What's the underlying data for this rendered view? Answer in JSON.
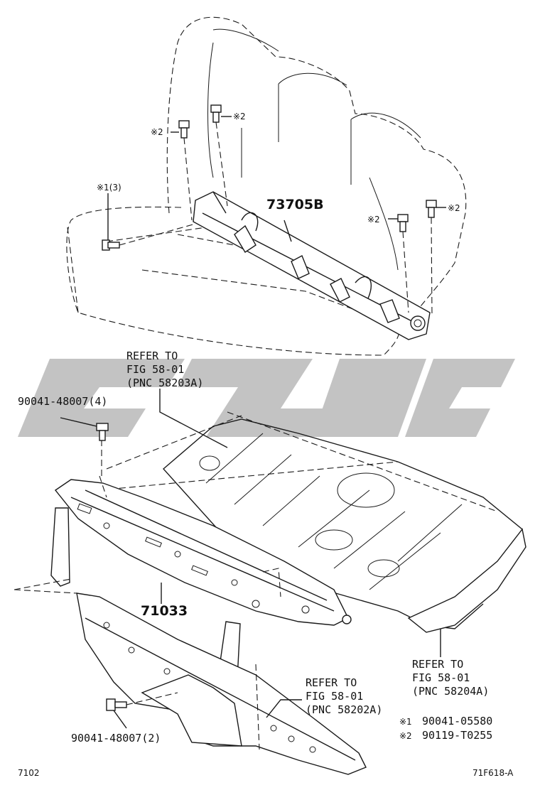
{
  "diagram": {
    "watermark": "",
    "labels": {
      "seat_frame": "73705B",
      "crossmember": "71033",
      "bolt_upper": "90041-48007(4)",
      "bolt_lower": "90041-48007(2)",
      "ref_a": [
        "REFER TO",
        "FIG 58-01",
        "(PNC 58203A)"
      ],
      "ref_b": [
        "REFER TO",
        "FIG 58-01",
        "(PNC 58204A)"
      ],
      "ref_c": [
        "REFER TO",
        "FIG 58-01",
        "(PNC 58202A)"
      ],
      "note_1_marker": "※1(3)",
      "note_2_marker": "※2",
      "legend": [
        {
          "mark": "※1",
          "part": "90041-05580"
        },
        {
          "mark": "※2",
          "part": "90119-T0255"
        }
      ],
      "page_number": "7102",
      "figure_code": "71F618-A"
    }
  }
}
